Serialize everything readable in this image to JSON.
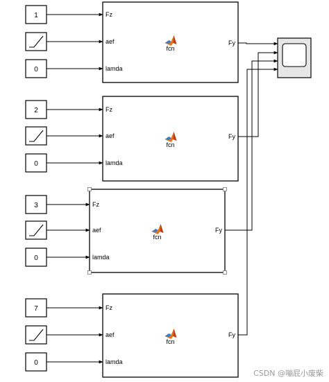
{
  "model": {
    "fcn_blocks": [
      {
        "inputs": [
          {
            "source": "constant",
            "value": "1"
          },
          {
            "source": "ramp"
          },
          {
            "source": "constant",
            "value": "0"
          }
        ],
        "in_ports": [
          "Fz",
          "aef",
          "lamda"
        ],
        "out_port": "Fy",
        "label": "fcn",
        "selected": false
      },
      {
        "inputs": [
          {
            "source": "constant",
            "value": "2"
          },
          {
            "source": "ramp"
          },
          {
            "source": "constant",
            "value": "0"
          }
        ],
        "in_ports": [
          "Fz",
          "aef",
          "lamda"
        ],
        "out_port": "Fy",
        "label": "fcn",
        "selected": false
      },
      {
        "inputs": [
          {
            "source": "constant",
            "value": "3"
          },
          {
            "source": "ramp"
          },
          {
            "source": "constant",
            "value": "0"
          }
        ],
        "in_ports": [
          "Fz",
          "aef",
          "lamda"
        ],
        "out_port": "Fy",
        "label": "fcn",
        "selected": true
      },
      {
        "inputs": [
          {
            "source": "constant",
            "value": "7"
          },
          {
            "source": "ramp"
          },
          {
            "source": "constant",
            "value": "0"
          }
        ],
        "in_ports": [
          "Fz",
          "aef",
          "lamda"
        ],
        "out_port": "Fy",
        "label": "fcn",
        "selected": false
      }
    ],
    "scope": {
      "icon": "scope-screen-icon",
      "input_count": 4
    }
  },
  "watermark": "CSDN @嘣屁小废柴",
  "colors": {
    "line": "#000000",
    "block_fill": "#ffffff",
    "matlab_orange": "#e8731a",
    "matlab_dark": "#b5401e",
    "scope_fill": "#e6e6e6",
    "watermark": "#9a9a9a"
  }
}
